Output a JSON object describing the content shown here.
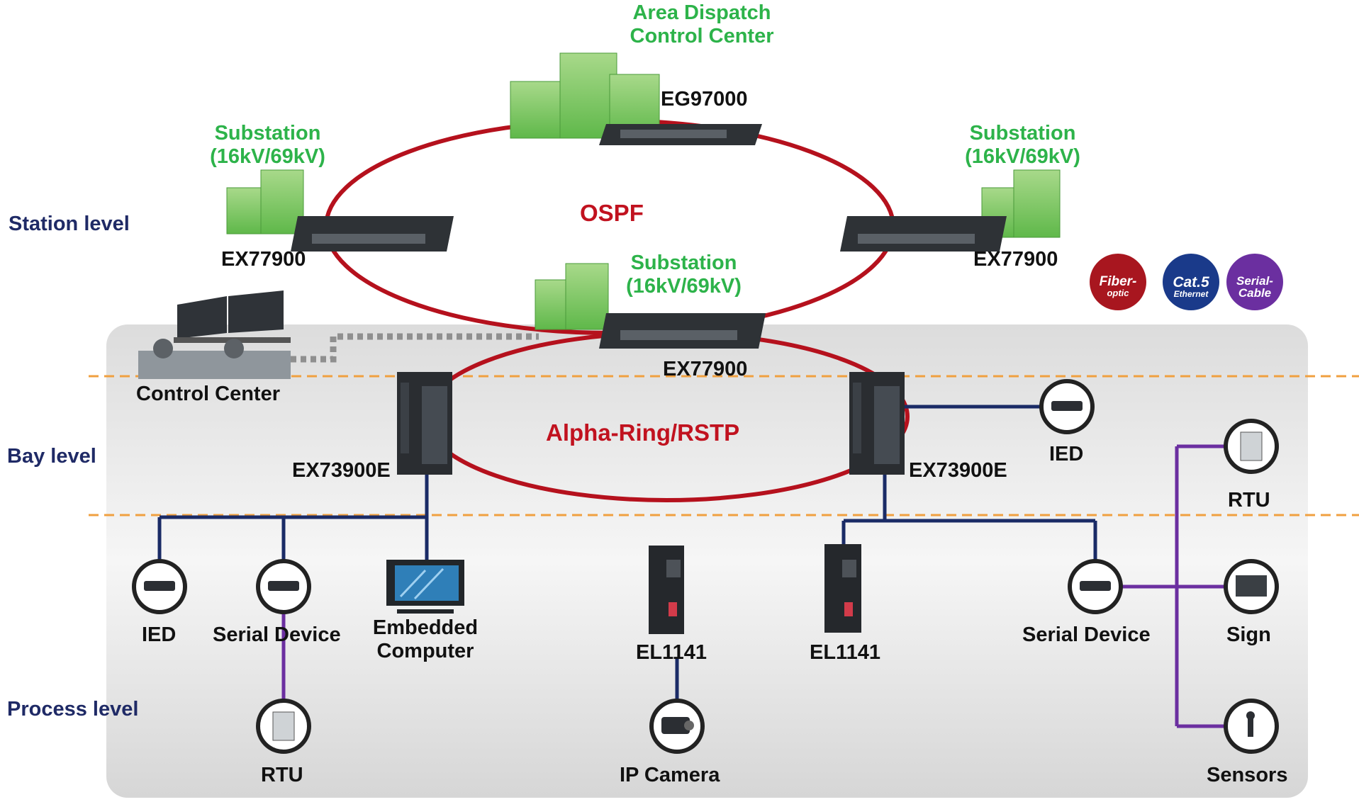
{
  "levels": {
    "station": "Station level",
    "bay": "Bay level",
    "process": "Process level"
  },
  "rings": {
    "ospf": "OSPF",
    "alpha": "Alpha-Ring/RSTP"
  },
  "sites": {
    "dispatch_line1": "Area Dispatch",
    "dispatch_line2": "Control Center",
    "substation_line1": "Substation",
    "substation_line2": "(16kV/69kV)",
    "control_center": "Control Center"
  },
  "devices": {
    "eg97000": "EG97000",
    "ex77900": "EX77900",
    "ex73900e": "EX73900E",
    "ied": "IED",
    "serial_device": "Serial Device",
    "embedded_line1": "Embedded",
    "embedded_line2": "Computer",
    "rtu": "RTU",
    "el1141": "EL1141",
    "ip_camera": "IP Camera",
    "sign": "Sign",
    "sensors": "Sensors"
  },
  "legend": {
    "fiber_line1": "Fiber-",
    "fiber_line2": "optic",
    "cat5_line1": "Cat.5",
    "cat5_line2": "Ethernet",
    "serial_line1": "Serial-",
    "serial_line2": "Cable"
  },
  "colors": {
    "ring": "#b5111d",
    "ethernet": "#1a2b66",
    "serial": "#6b2fa0",
    "site_label": "#2db34a",
    "level_label": "#1f2a66"
  }
}
